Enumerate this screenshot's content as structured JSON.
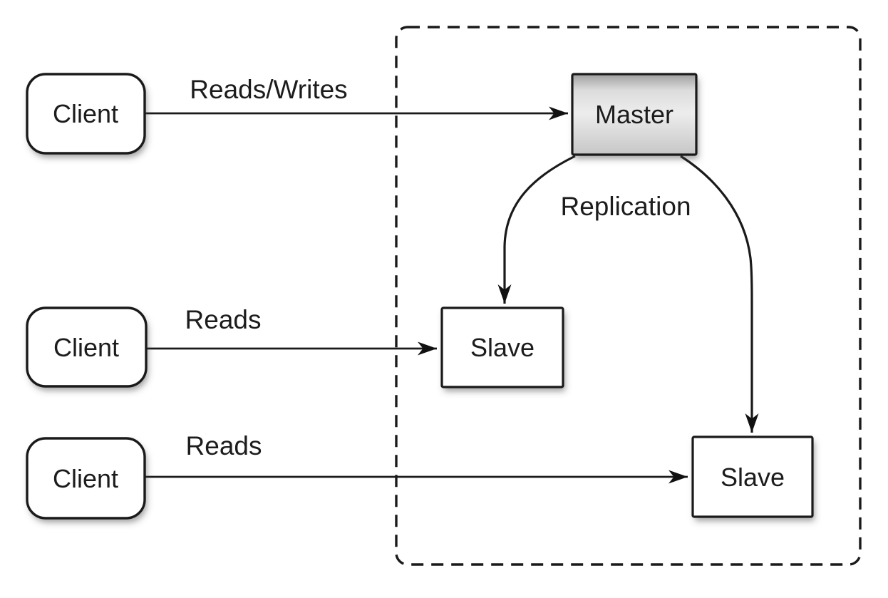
{
  "diagram": {
    "nodes": {
      "client1": {
        "label": "Client"
      },
      "client2": {
        "label": "Client"
      },
      "client3": {
        "label": "Client"
      },
      "master": {
        "label": "Master"
      },
      "slave1": {
        "label": "Slave"
      },
      "slave2": {
        "label": "Slave"
      }
    },
    "edges": {
      "reads_writes": {
        "label": "Reads/Writes"
      },
      "reads_mid": {
        "label": "Reads"
      },
      "reads_bottom": {
        "label": "Reads"
      },
      "replication": {
        "label": "Replication"
      }
    },
    "colors": {
      "stroke": "#1a1a1a",
      "background": "#ffffff",
      "node_fill": "#ffffff",
      "master_gradient_top": "#9e9e9e",
      "master_gradient_upper": "#dcdcdc",
      "master_gradient_light": "#ededed",
      "master_gradient_bottom": "#c6c6c6"
    }
  }
}
